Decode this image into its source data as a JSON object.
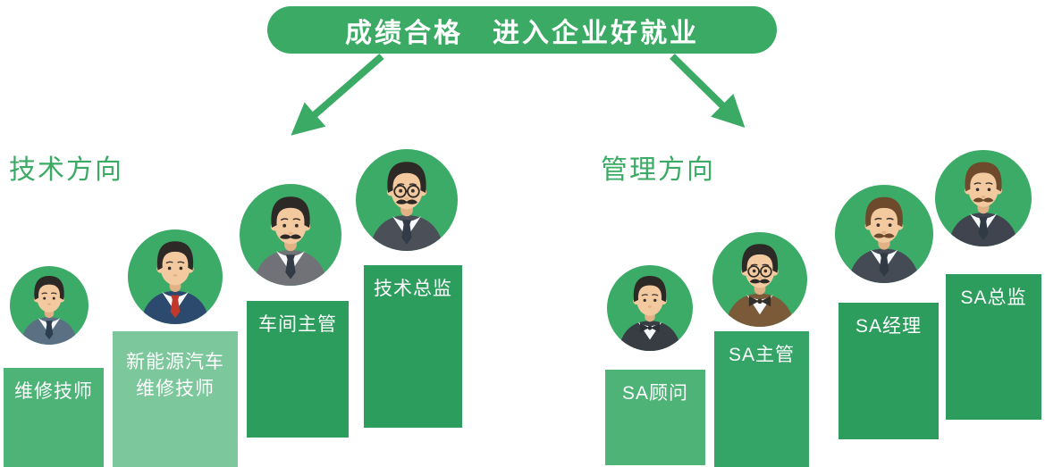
{
  "banner": {
    "text": "成绩合格　进入企业好就业"
  },
  "sections": {
    "left": {
      "title": "技术方向",
      "steps": [
        {
          "label": "维修技师"
        },
        {
          "label": "新能源汽车\n维修技师"
        },
        {
          "label": "车间主管"
        },
        {
          "label": "技术总监"
        }
      ]
    },
    "right": {
      "title": "管理方向",
      "steps": [
        {
          "label": "SA顾问"
        },
        {
          "label": "SA主管"
        },
        {
          "label": "SA经理"
        },
        {
          "label": "SA总监"
        }
      ]
    }
  },
  "colors": {
    "accent_green": "#3aaa64",
    "bar_medium_green": "#4eb377",
    "bar_light_green": "#7cc79b",
    "bar_dark_green": "#2d9d5e",
    "avatar_circle_green": "#3cab67",
    "label_text": "#ffffff"
  }
}
